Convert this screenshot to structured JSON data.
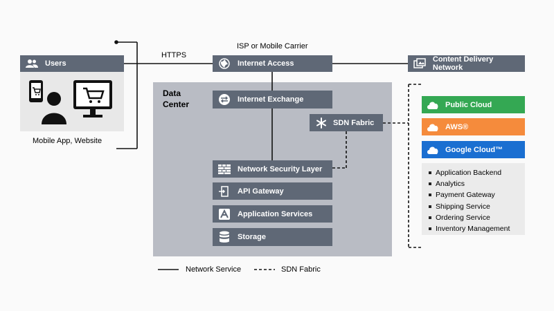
{
  "users_box": {
    "title": "Users",
    "caption": "Mobile App, Website",
    "icon": "users-icon"
  },
  "connection_labels": {
    "https": "HTTPS",
    "isp": "ISP or Mobile Carrier"
  },
  "internet_access": {
    "label": "Internet Access",
    "icon": "globe-icon"
  },
  "cdn": {
    "label": "Content Delivery Network",
    "icon": "cdn-icon"
  },
  "data_center": {
    "title": "Data Center"
  },
  "internet_exchange": {
    "label": "Internet Exchange",
    "icon": "exchange-icon"
  },
  "sdn_fabric": {
    "label": "SDN Fabric",
    "icon": "asterisk-icon"
  },
  "stack": [
    {
      "label": "Network Security Layer",
      "icon": "firewall-icon"
    },
    {
      "label": "API Gateway",
      "icon": "gateway-icon"
    },
    {
      "label": "Application Services",
      "icon": "app-icon"
    },
    {
      "label": "Storage",
      "icon": "database-icon"
    }
  ],
  "clouds": [
    {
      "label": "Public Cloud",
      "color": "#34a853"
    },
    {
      "label": "AWS®",
      "color": "#f58b3c"
    },
    {
      "label": "Google Cloud™",
      "color": "#1a6fd1"
    }
  ],
  "cloud_services": [
    "Application Backend",
    "Analytics",
    "Payment Gateway",
    "Shipping Service",
    "Ordering Service",
    "Inventory Management"
  ],
  "legend": {
    "solid": "Network Service",
    "dashed": "SDN Fabric"
  },
  "colors": {
    "box": "#5f6876",
    "users_header": "#5f6876",
    "data_center_bg": "#b9bcc4",
    "panel_bg": "#ebebeb"
  }
}
